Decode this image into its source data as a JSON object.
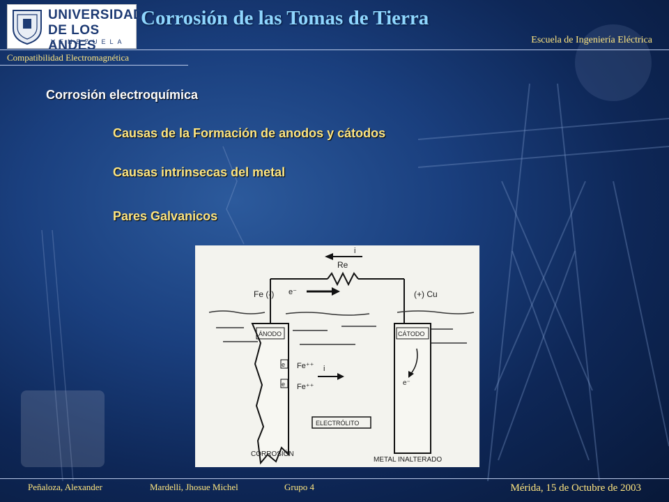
{
  "header": {
    "logo": {
      "line1": "UNIVERSIDAD",
      "line2": "DE LOS ANDES",
      "line3": "VENEZUELA"
    },
    "title": "Corrosión de las Tomas de Tierra",
    "school": "Escuela de Ingeniería Eléctrica",
    "subject": "Compatibilidad Electromagnética"
  },
  "content": {
    "heading": "Corrosión electroquímica",
    "bullets": [
      "Causas de la Formación de anodos y cátodos",
      "Causas intrinsecas del metal",
      "Pares Galvanicos"
    ]
  },
  "figure": {
    "current_label": "i",
    "resistor_label": "Re",
    "left_terminal": "Fe (-)",
    "electron_label": "e⁻",
    "right_terminal": "(+) Cu",
    "anode_label": "ÁNODO",
    "cathode_label": "CÁTODO",
    "ion1": "Fe⁺⁺",
    "ion2": "Fe⁺⁺",
    "ion_current": "i",
    "electron_small_1": "e",
    "electron_small_2": "e",
    "cathode_electron": "e⁻",
    "electrolyte_label": "ELECTRÓLITO",
    "corrosion_label": "CORROSIÓN",
    "unaltered_label": "METAL INALTERADO"
  },
  "footer": {
    "author1": "Peñaloza, Alexander",
    "author2": "Mardelli, Jhosue Michel",
    "group": "Grupo 4",
    "date": "Mérida, 15 de Octubre de 2003"
  },
  "colors": {
    "title": "#8fd7ff",
    "accent_text": "#ffe680",
    "background": "#1a3f7e"
  }
}
